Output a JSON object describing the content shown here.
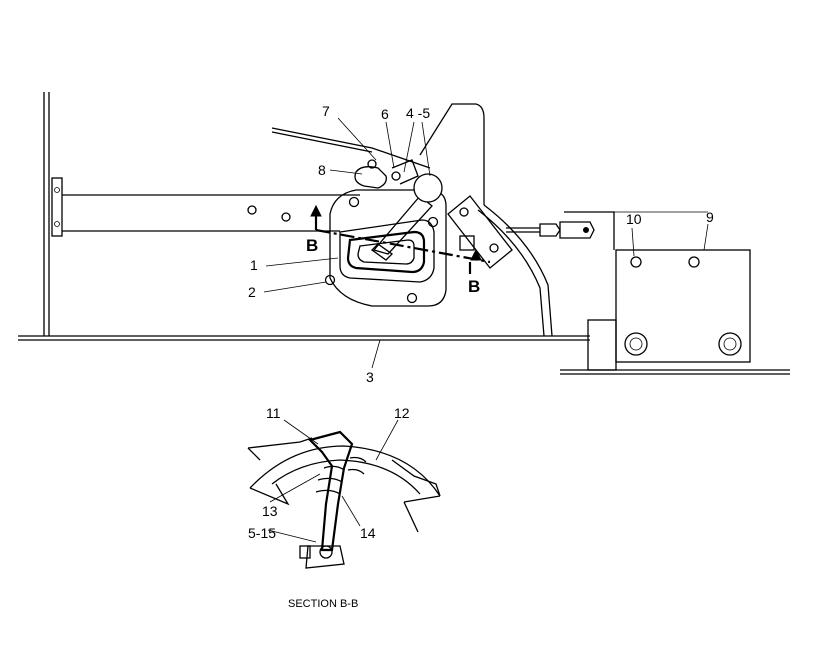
{
  "callouts": {
    "c1": "1",
    "c2": "2",
    "c3": "3",
    "c4_5": "4 -5",
    "c6": "6",
    "c7": "7",
    "c8": "8",
    "c9": "9",
    "c10": "10",
    "c11": "11",
    "c12": "12",
    "c13": "13",
    "c14": "14",
    "c5_15": "5-15"
  },
  "section_marks": {
    "b_left": "B",
    "b_right": "B"
  },
  "caption": "SECTION B-B"
}
